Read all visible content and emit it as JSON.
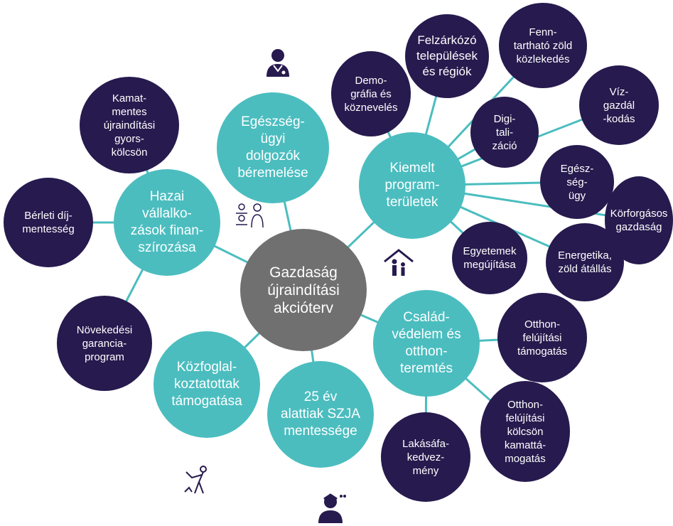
{
  "colors": {
    "center": "#707070",
    "main": "#4bbdbf",
    "sub": "#271a4e",
    "link": "#4bbdbf",
    "icon": "#271a4e"
  },
  "center": {
    "label": "Gazdaság\nújraindítási\nakcióterv"
  },
  "main": {
    "egeszsegugyi": "Egészség-\nügyi\ndolgozók\nbéremelése",
    "kiemelt": "Kiemelt\nprogram-\nterületek",
    "hazai": "Hazai\nvállalko-\nzások finan-\nszírozása",
    "csalad": "Család-\nvédelem és\notthon-\nteremtés",
    "kozfoglal": "Közfoglal-\nkoztatottak\ntámogatása",
    "szja": "25 év\nalattiak SZJA\nmentessége"
  },
  "sub": {
    "felzarkozo": "Felzárkózó\ntelepülések\nés régiók",
    "fenntarthato": "Fenn-\ntartható zöld\nközlekedés",
    "demografia": "Demo-\ngráfia és\nköznevelés",
    "digitalizacio": "Digi-\ntali-\nzáció",
    "vizgazdalkodas": "Víz-\ngazdál\n-kodás",
    "egeszsegugy": "Egész-\nség-\nügy",
    "korforgasos": "Körforgásos\ngazdaság",
    "energetika": "Energetika,\nzöld átállás",
    "egyetemek": "Egyetemek\nmegújítása",
    "kamatmentes": "Kamat-\nmentes\nújraindítási\ngyors-\nkölcsön",
    "berleti": "Bérleti díj-\nmentesség",
    "novekedesi": "Növekedési\ngarancia-\nprogram",
    "otthonfelujitasi": "Otthon-\nfelújítási\ntámogatás",
    "otthonkolcson": "Otthon-\nfelújítási\nkölcsön\nkamattá-\nmogatás",
    "lakasafa": "Lakásáfa-\nkedvez-\nmény"
  },
  "icons": [
    "doctor-icon",
    "team-icon",
    "family-home-icon",
    "worker-icon",
    "student-icon"
  ]
}
